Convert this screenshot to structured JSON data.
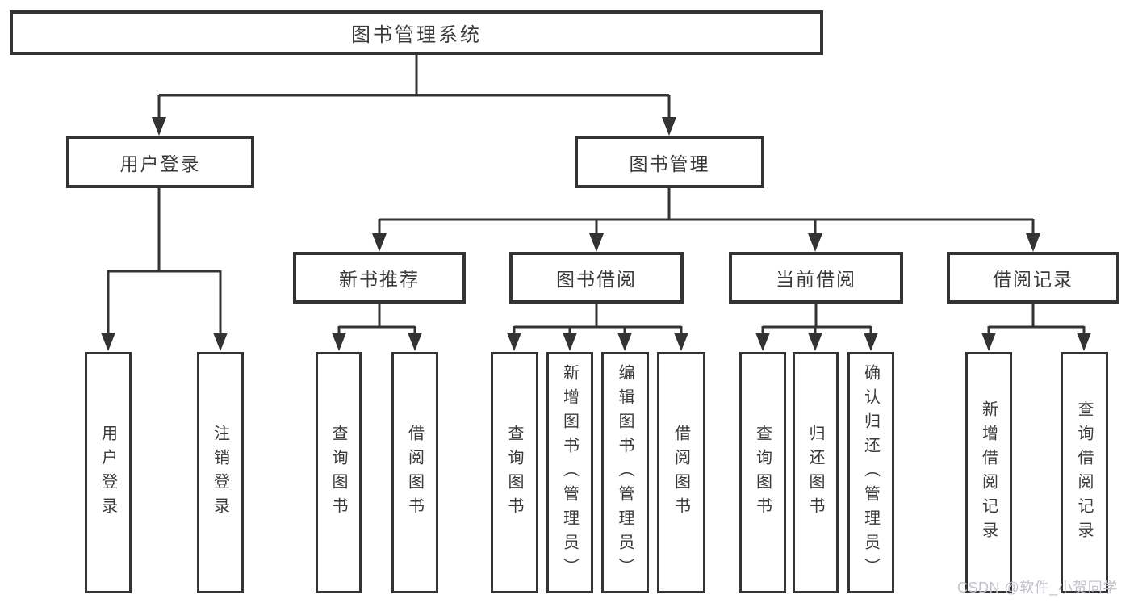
{
  "diagram": {
    "root": {
      "label": "图书管理系统"
    },
    "level2": {
      "user_login": "用户登录",
      "book_mgmt": "图书管理"
    },
    "level3": {
      "new_books": "新书推荐",
      "borrowing": "图书借阅",
      "current_borrow": "当前借阅",
      "borrow_records": "借阅记录"
    },
    "leaves": {
      "user_login": [
        "用户登录",
        "注销登录"
      ],
      "new_books": [
        "查询图书",
        "借阅图书"
      ],
      "borrowing": [
        "查询图书",
        "新增图书（管理员）",
        "编辑图书（管理员）",
        "借阅图书"
      ],
      "current_borrow": [
        "查询图书",
        "归还图书",
        "确认归还（管理员）"
      ],
      "borrow_records": [
        "新增借阅记录",
        "查询借阅记录"
      ]
    }
  },
  "watermark": {
    "text": "CSDN @软件_小贺同学"
  },
  "colors": {
    "line": "#333333",
    "text": "#3a3a3a",
    "watermark": "#c2c2ca",
    "background": "#ffffff"
  }
}
